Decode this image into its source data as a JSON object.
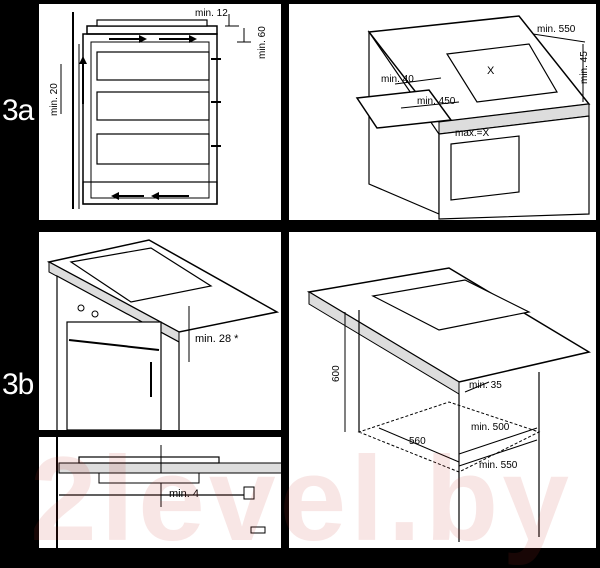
{
  "sections": {
    "a": {
      "label": "3a"
    },
    "b": {
      "label": "3b"
    }
  },
  "panel_a_left": {
    "dim_top": "min. 12",
    "dim_right": "min. 60",
    "dim_left": "min. 20"
  },
  "panel_a_right": {
    "dim_width": "min. 550",
    "dim_depth": "min. 45",
    "dim_x": "X",
    "dim_40": "min. 40",
    "dim_450": "min. 450",
    "dim_max": "max.=X"
  },
  "panel_b_top_left": {
    "dim_gap": "min. 28 *"
  },
  "panel_b_bottom_left": {
    "dim_gap": "min. 4"
  },
  "panel_b_right": {
    "dim_height": "600",
    "dim_35": "min. 35",
    "dim_560": "560",
    "dim_500": "min. 500",
    "dim_550": "min. 550"
  },
  "watermark": "2level.by"
}
